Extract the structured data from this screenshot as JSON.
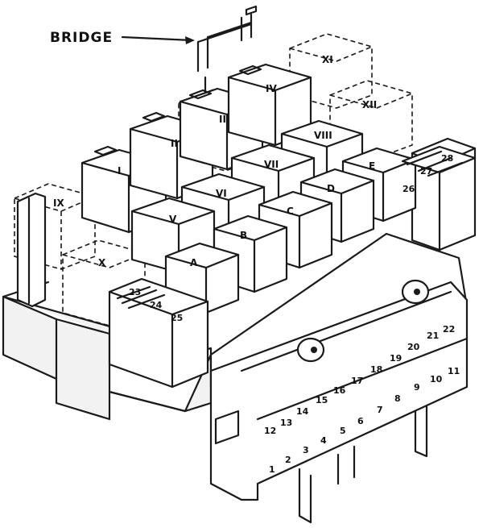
{
  "callout": {
    "bridge": "BRIDGE"
  },
  "relays_solid": [
    {
      "id": "I",
      "label": "I"
    },
    {
      "id": "II",
      "label": "II"
    },
    {
      "id": "III",
      "label": "III"
    },
    {
      "id": "IV",
      "label": "IV"
    },
    {
      "id": "V",
      "label": "V"
    },
    {
      "id": "VI",
      "label": "VI"
    },
    {
      "id": "VII",
      "label": "VII"
    },
    {
      "id": "VIII",
      "label": "VIII"
    }
  ],
  "relays_dashed": [
    {
      "id": "IX",
      "label": "IX"
    },
    {
      "id": "X",
      "label": "X"
    },
    {
      "id": "XI",
      "label": "XI"
    },
    {
      "id": "XII",
      "label": "XII"
    }
  ],
  "relays_letter": [
    {
      "id": "A",
      "label": "A"
    },
    {
      "id": "B",
      "label": "B"
    },
    {
      "id": "C",
      "label": "C"
    },
    {
      "id": "D",
      "label": "D"
    },
    {
      "id": "E",
      "label": "E"
    }
  ],
  "fuses_top_row": [
    "12",
    "13",
    "14",
    "15",
    "16",
    "17",
    "18",
    "19",
    "20",
    "21",
    "22"
  ],
  "fuses_bottom_row": [
    "1",
    "2",
    "3",
    "4",
    "5",
    "6",
    "7",
    "8",
    "9",
    "10",
    "11"
  ],
  "fuses_left_block": [
    "23",
    "24",
    "25"
  ],
  "fuses_right_block": [
    "26",
    "27",
    "28"
  ]
}
